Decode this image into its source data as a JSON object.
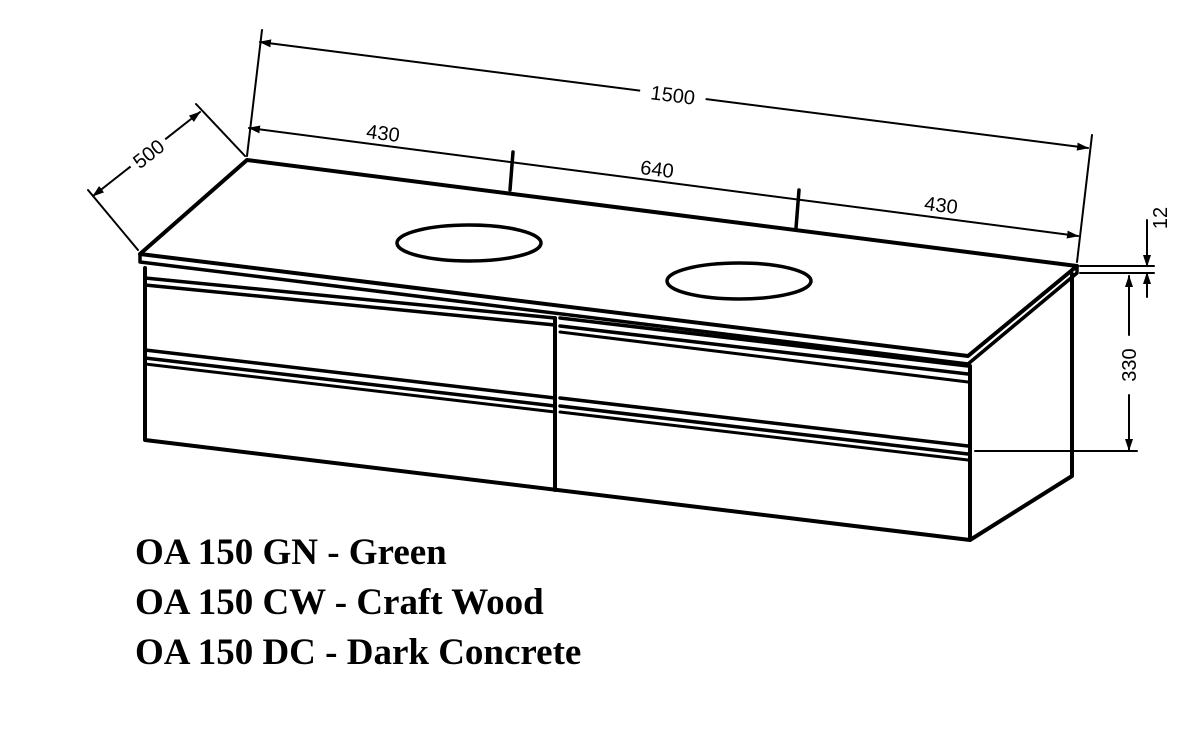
{
  "dimensions": {
    "overall_width": "1500",
    "depth": "500",
    "segment_left": "430",
    "segment_middle": "640",
    "segment_right": "430",
    "top_thickness": "12",
    "body_height": "330"
  },
  "variants": [
    "OA 150 GN - Green",
    "OA 150 CW - Craft Wood",
    "OA 150 DC - Dark Concrete"
  ]
}
